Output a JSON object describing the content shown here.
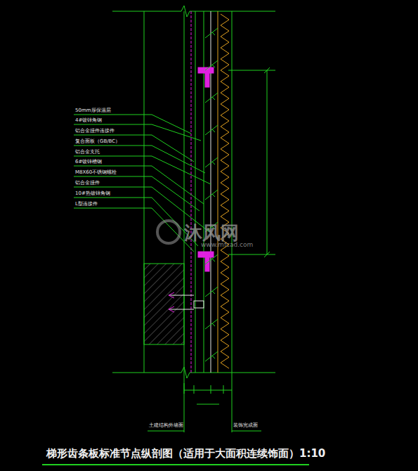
{
  "diagram": {
    "title": "梯形齿条板标准节点纵剖图（适用于大面积连续饰面）1:10",
    "labels": [
      "50mm厚保温层",
      "4#镀锌角钢",
      "铝合金挂件连接件",
      "复合面板（GB/BC）",
      "铝合金支托",
      "6#镀锌槽钢",
      "M8X60不锈钢螺栓",
      "铝合金挂件",
      "10#热镀锌角钢",
      "L型连接件",
      "沐风网",
      "www.mfcad.com",
      "土建结构外墙面",
      "装饰完成面"
    ]
  }
}
